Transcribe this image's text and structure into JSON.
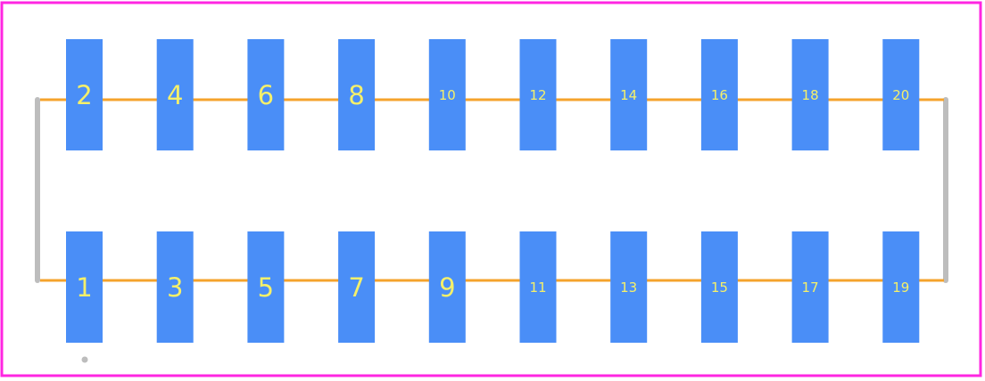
{
  "colors": {
    "board_outline": "#ff26e2",
    "pad_fill": "#4a8ef7",
    "pad_label": "#f5f06a",
    "trace": "#f5a32c",
    "silkscreen": "#bdbdbd",
    "pin1_marker": "#bdbdbd",
    "background": "#ffffff"
  },
  "pads": {
    "top_row": [
      "2",
      "4",
      "6",
      "8",
      "10",
      "12",
      "14",
      "16",
      "18",
      "20"
    ],
    "bottom_row": [
      "1",
      "3",
      "5",
      "7",
      "9",
      "11",
      "13",
      "15",
      "17",
      "19"
    ]
  }
}
